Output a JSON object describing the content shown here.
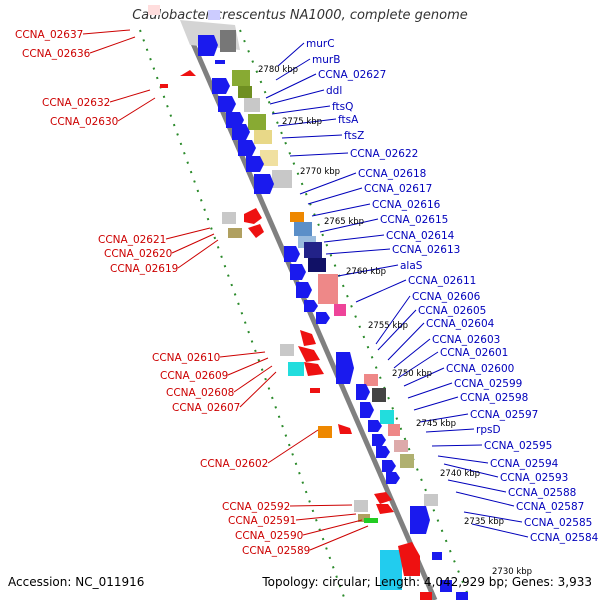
{
  "title": "Caulobacter crescentus NA1000, complete genome",
  "footer": {
    "accession": "Accession: NC_011916",
    "topology": "Topology: circular; Length: 4,042,929 bp; Genes: 3,933"
  },
  "colors": {
    "reverse_strand_label": "#cc0000",
    "forward_strand_label": "#0000bb",
    "backbone": "#808080",
    "gc_dots": "#2a8a2a"
  },
  "kbp_ticks": [
    "2780 kbp",
    "2775 kbp",
    "2770 kbp",
    "2765 kbp",
    "2760 kbp",
    "2755 kbp",
    "2750 kbp",
    "2745 kbp",
    "2740 kbp",
    "2735 kbp",
    "2730 kbp"
  ],
  "left_genes": [
    "CCNA_02637",
    "CCNA_02636",
    "CCNA_02632",
    "CCNA_02630",
    "CCNA_02621",
    "CCNA_02620",
    "CCNA_02619",
    "CCNA_02610",
    "CCNA_02609",
    "CCNA_02608",
    "CCNA_02607",
    "CCNA_02602",
    "CCNA_02592",
    "CCNA_02591",
    "CCNA_02590",
    "CCNA_02589"
  ],
  "right_genes": [
    "murC",
    "murB",
    "CCNA_02627",
    "ddl",
    "ftsQ",
    "ftsA",
    "ftsZ",
    "CCNA_02622",
    "CCNA_02618",
    "CCNA_02617",
    "CCNA_02616",
    "CCNA_02615",
    "CCNA_02614",
    "CCNA_02613",
    "alaS",
    "CCNA_02611",
    "CCNA_02606",
    "CCNA_02605",
    "CCNA_02604",
    "CCNA_02603",
    "CCNA_02601",
    "CCNA_02600",
    "CCNA_02599",
    "CCNA_02598",
    "CCNA_02597",
    "rpsD",
    "CCNA_02595",
    "CCNA_02594",
    "CCNA_02593",
    "CCNA_02588",
    "CCNA_02587",
    "CCNA_02585",
    "CCNA_02584"
  ]
}
